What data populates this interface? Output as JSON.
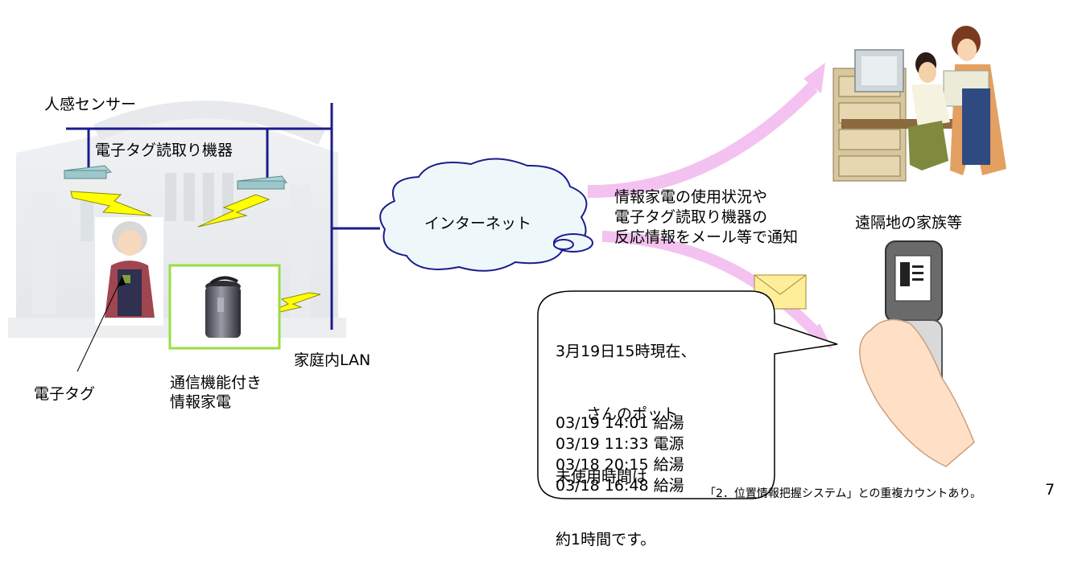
{
  "labels": {
    "motion_sensor": "人感センサー",
    "tag_reader": "電子タグ読取り機器",
    "internet": "インターネット",
    "home_lan": "家庭内LAN",
    "electronic_tag": "電子タグ",
    "appliance_line1": "通信機能付き",
    "appliance_line2": "情報家電",
    "notify_line1": "情報家電の使用状況や",
    "notify_line2": "電子タグ読取り機器の",
    "notify_line3": "反応情報をメール等で通知",
    "remote_family": "遠隔地の家族等"
  },
  "message": {
    "line1": "3月19日15時現在、",
    "line2": "　　さんのポット",
    "line3": "未使用時間は",
    "line4": "約1時間です。",
    "log": [
      "03/19 14:01 給湯",
      "03/19 11:33 電源",
      "03/18 20:15 給湯",
      "03/18 16:48 給湯"
    ]
  },
  "footer": {
    "note": "「2．位置情報把握システム」との重複カウントあり。",
    "page": "7"
  },
  "colors": {
    "network_line": "#1c1c8c",
    "arrow_pink": "#f3c2f0",
    "lightning": "#ffff00",
    "appliance_frame": "#99dd44",
    "envelope": "#ffee99"
  }
}
